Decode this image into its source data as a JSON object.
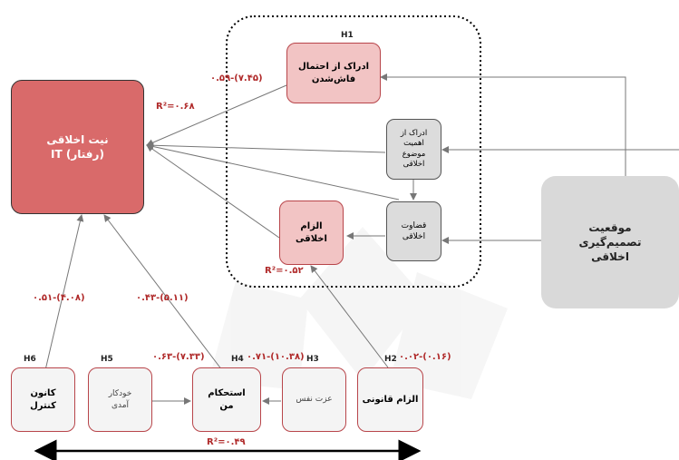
{
  "constructs": {
    "intention": "نیت اخلاقی\n(رفتار) IT",
    "exposure": "ادراک از احتمال\nفاش‌شدن",
    "importance": "ادراک از\nاهمیت\nموضوع\nاخلاقی",
    "judgment": "قضاوت\nاخلاقی",
    "obligation": "الزام\nاخلاقی",
    "situation": "موقعیت\nتصمیم‌گیری\nاخلاقی",
    "locus": "کانون\nکنترل",
    "selfefficacy": "خودکار\nآمدی",
    "egostrength": "استحکام\nمن",
    "selfesteem": "عزت نفس",
    "legal": "الزام قانونی"
  },
  "hypotheses": {
    "h1": "H1",
    "h2": "H2",
    "h3": "H3",
    "h4": "H4",
    "h5": "H5",
    "h6": "H6"
  },
  "coefficients": {
    "exposure_path": "۰.۵۹-(۷.۴۵)",
    "r2_intention": "R²=۰.۶۸",
    "r2_obligation": "R²=۰.۵۲",
    "r2_ego": "R²=۰.۴۹",
    "locus_path": "۰.۵۱-(۴.۰۸)",
    "ego_path": "۰.۴۳-(۵.۱۱)",
    "selfefficacy_path": "۰.۶۳-(۷.۳۳)",
    "selfesteem_path": "۰.۷۱-(۱۰.۳۸)",
    "legal_path": "۰.۰۲-(۰.۱۶)"
  },
  "colors": {
    "primary": "#d96a6a",
    "accent": "#b02a2a",
    "neutral": "#dcdcdc"
  }
}
